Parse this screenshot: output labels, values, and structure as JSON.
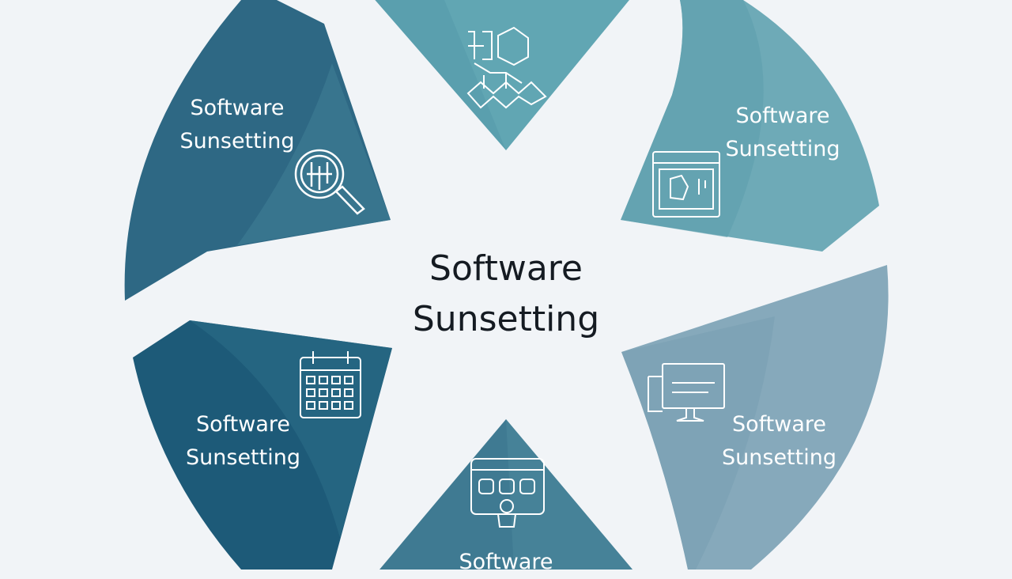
{
  "diagram": {
    "center": {
      "line1": "Software",
      "line2": "Sunsetting"
    },
    "segments": [
      {
        "id": "top",
        "icon": "network-diagram-icon",
        "line1": "",
        "line2": "",
        "color": "#5a9fae"
      },
      {
        "id": "top-right",
        "icon": "document-window-icon",
        "line1": "Software",
        "line2": "Sunsetting",
        "color": "#6eaab7"
      },
      {
        "id": "bottom-right",
        "icon": "monitor-icon",
        "line1": "Software",
        "line2": "Sunsetting",
        "color": "#86a9bb"
      },
      {
        "id": "bottom",
        "icon": "dashboard-panel-icon",
        "line1": "Software",
        "line2": "",
        "color": "#3f7a92"
      },
      {
        "id": "bottom-left",
        "icon": "calendar-icon",
        "line1": "Software",
        "line2": "Sunsetting",
        "color": "#1d5a78"
      },
      {
        "id": "top-left",
        "icon": "magnifier-icon",
        "line1": "Software",
        "line2": "Sunsetting",
        "color": "#2e6884"
      }
    ]
  }
}
